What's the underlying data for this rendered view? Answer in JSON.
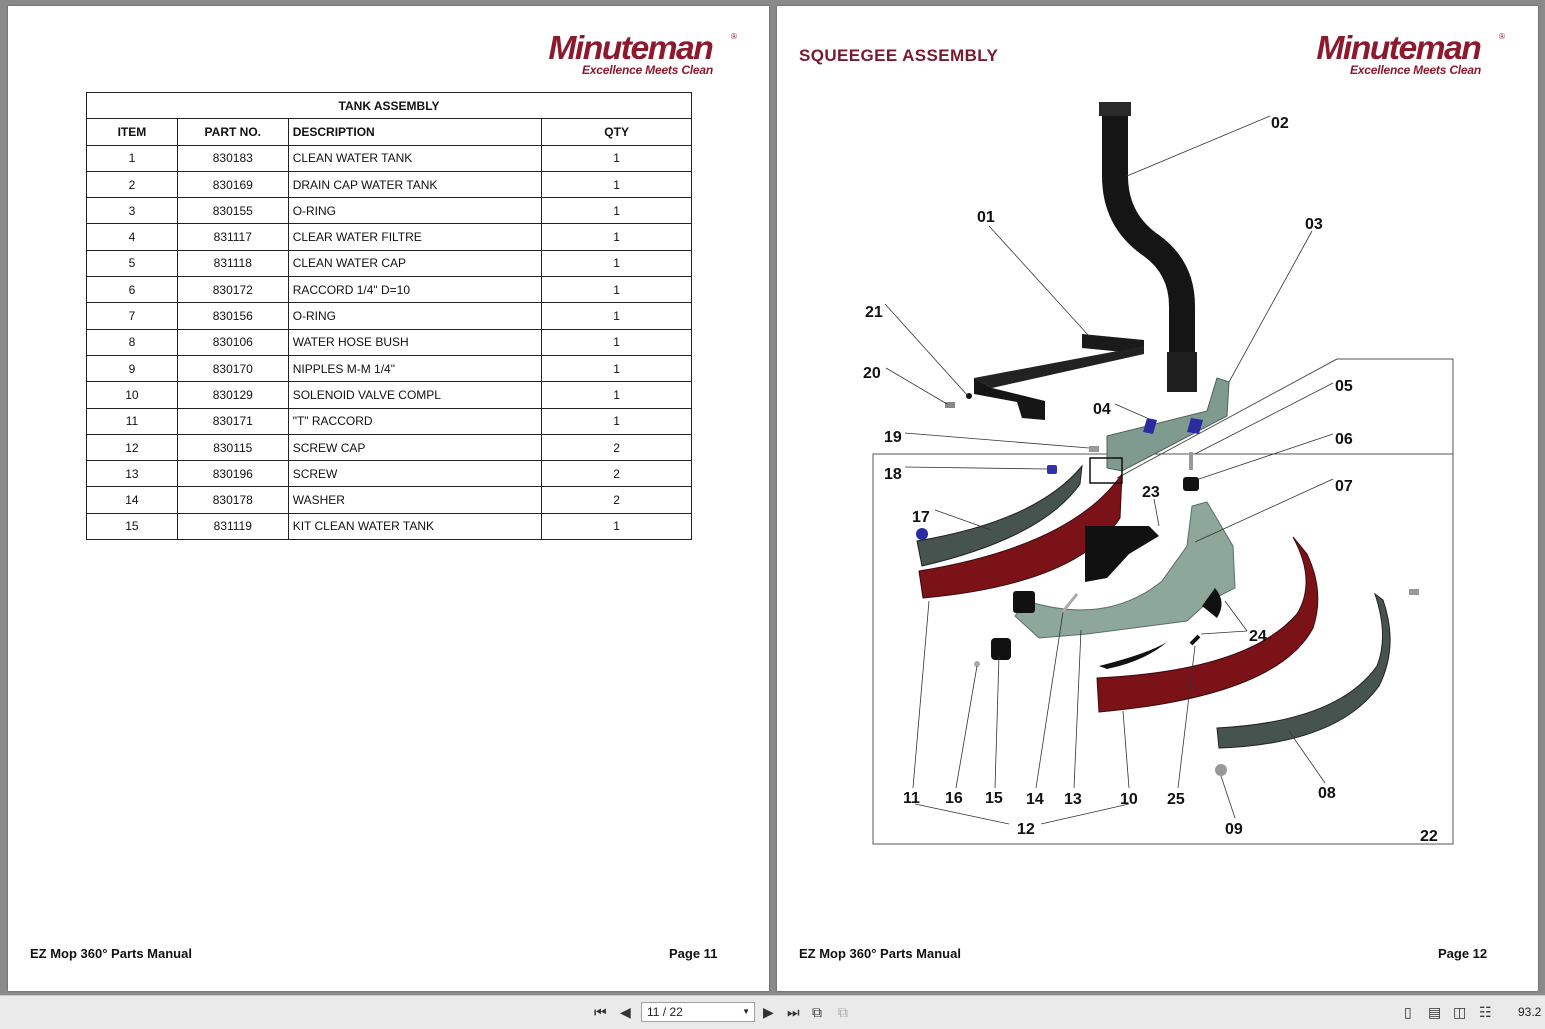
{
  "brand": {
    "name": "Minuteman",
    "tagline": "Excellence Meets Clean",
    "color": "#8c1a2c"
  },
  "left_page": {
    "table": {
      "title": "TANK ASSEMBLY",
      "headers": {
        "item": "ITEM",
        "part": "PART NO.",
        "desc": "DESCRIPTION",
        "qty": "QTY"
      },
      "rows": [
        {
          "item": "1",
          "part": "830183",
          "desc": "CLEAN WATER TANK",
          "qty": "1"
        },
        {
          "item": "2",
          "part": "830169",
          "desc": "DRAIN CAP WATER TANK",
          "qty": "1"
        },
        {
          "item": "3",
          "part": "830155",
          "desc": "O-RING",
          "qty": "1"
        },
        {
          "item": "4",
          "part": "831117",
          "desc": "CLEAR WATER FILTRE",
          "qty": "1"
        },
        {
          "item": "5",
          "part": "831118",
          "desc": "CLEAN WATER CAP",
          "qty": "1"
        },
        {
          "item": "6",
          "part": "830172",
          "desc": "RACCORD 1/4\" D=10",
          "qty": "1"
        },
        {
          "item": "7",
          "part": "830156",
          "desc": "O-RING",
          "qty": "1"
        },
        {
          "item": "8",
          "part": "830106",
          "desc": "WATER HOSE BUSH",
          "qty": "1"
        },
        {
          "item": "9",
          "part": "830170",
          "desc": "NIPPLES  M-M 1/4\"",
          "qty": "1"
        },
        {
          "item": "10",
          "part": "830129",
          "desc": "SOLENOID VALVE COMPL",
          "qty": "1"
        },
        {
          "item": "11",
          "part": "830171",
          "desc": " \"T\" RACCORD",
          "qty": "1"
        },
        {
          "item": "12",
          "part": "830115",
          "desc": "SCREW CAP",
          "qty": "2"
        },
        {
          "item": "13",
          "part": "830196",
          "desc": "SCREW",
          "qty": "2"
        },
        {
          "item": "14",
          "part": "830178",
          "desc": "WASHER",
          "qty": "2"
        },
        {
          "item": "15",
          "part": "831119",
          "desc": "KIT CLEAN WATER TANK",
          "qty": "1"
        }
      ]
    },
    "footer_title": "EZ Mop 360° Parts Manual",
    "page_label": "Page 11"
  },
  "right_page": {
    "title": "SQUEEGEE ASSEMBLY",
    "callouts": [
      "01",
      "02",
      "03",
      "04",
      "05",
      "06",
      "07",
      "08",
      "09",
      "10",
      "11",
      "12",
      "13",
      "14",
      "15",
      "16",
      "17",
      "18",
      "19",
      "20",
      "21",
      "22",
      "23",
      "24",
      "25"
    ],
    "footer_title": "EZ Mop 360° Parts Manual",
    "page_label": "Page 12"
  },
  "viewer": {
    "page_indicator": "11 / 22",
    "zoom": "93.2"
  }
}
